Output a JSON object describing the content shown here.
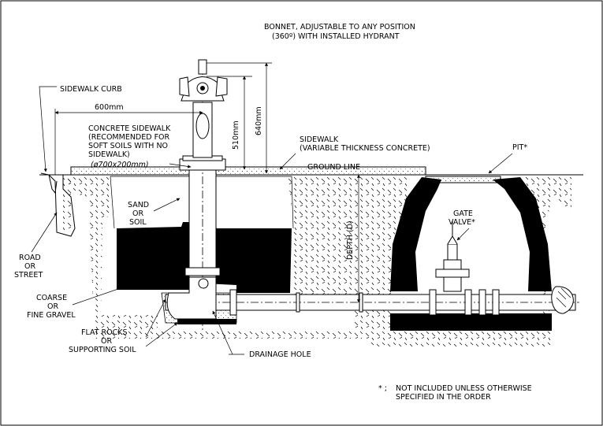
{
  "labels": {
    "bonnet_line1": "BONNET, ADJUSTABLE TO ANY POSITION",
    "bonnet_line2": "(360º) WITH INSTALLED HYDRANT",
    "sidewalk_curb": "SIDEWALK CURB",
    "dim_600": "600mm",
    "dim_510": "510mm",
    "dim_640": "640mm",
    "concrete_line1": "CONCRETE SIDEWALK",
    "concrete_line2": "(RECOMMENDED FOR",
    "concrete_line3": "SOFT SOILS WITH NO",
    "concrete_line4": "SIDEWALK)",
    "concrete_dims": "(ø700x200mm)",
    "sidewalk_line1": "SIDEWALK",
    "sidewalk_line2": "(VARIABLE THICKNESS CONCRETE)",
    "pit": "PIT*",
    "ground_line": "GROUND LINE",
    "sand_line1": "SAND",
    "sand_line2": "OR",
    "sand_line3": "SOIL",
    "gate_line1": "GATE",
    "gate_line2": "VALVE*",
    "depth": "DEPTH (D)",
    "road_line1": "ROAD",
    "road_line2": "OR",
    "road_line3": "STREET",
    "coarse_line1": "COARSE",
    "coarse_line2": "OR",
    "coarse_line3": "FINE GRAVEL",
    "flat_line1": "FLAT ROCKS",
    "flat_line2": "OR",
    "flat_line3": "SUPPORTING SOIL",
    "drainage": "DRAINAGE HOLE",
    "note_marker": "* ;",
    "note_line1": "NOT INCLUDED UNLESS OTHERWISE",
    "note_line2": "SPECIFIED IN THE ORDER"
  }
}
